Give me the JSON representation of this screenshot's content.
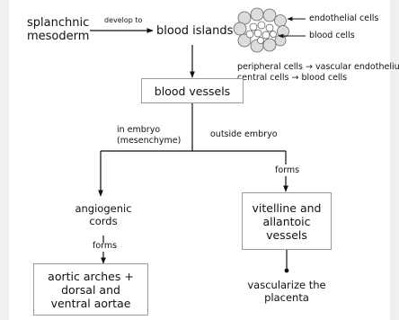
{
  "nodes": {
    "splanchnic": "splanchnic\nmesoderm",
    "blood_islands": "blood islands",
    "blood_vessels": "blood vessels",
    "angiogenic_cords": "angiogenic\ncords",
    "aortic": "aortic arches +\ndorsal and\nventral aortae",
    "vitelline": "vitelline and\nallantoic\nvessels",
    "vascularize": "vascularize the\nplacenta"
  },
  "edges": {
    "develop_to": "develop to",
    "in_embryo": "in embryo\n(mesenchyme)",
    "outside_embryo": "outside embryo",
    "forms_left": "forms",
    "forms_right": "forms"
  },
  "legend": {
    "endothelial": "endothelial cells",
    "blood_cells": "blood cells",
    "note_line1": "peripheral cells → vascular endothelium",
    "note_line2": "central cells → blood cells"
  }
}
